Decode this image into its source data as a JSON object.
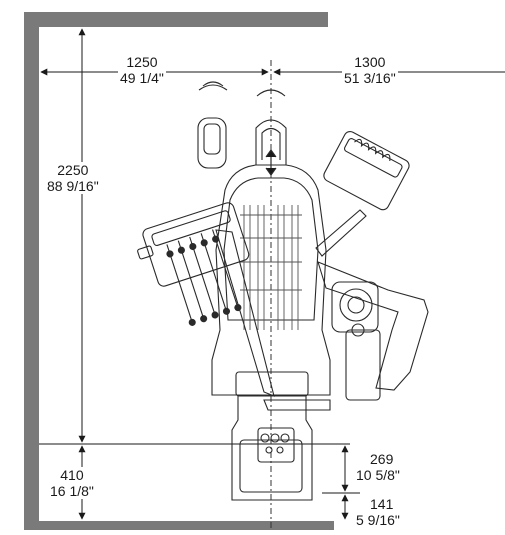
{
  "diagram": {
    "dimensions": {
      "left_width": {
        "mm": "1250",
        "in": "49 1/4\""
      },
      "right_width": {
        "mm": "1300",
        "in": "51 3/16\""
      },
      "total_depth": {
        "mm": "2250",
        "in": "88 9/16\""
      },
      "bottom_clearance": {
        "mm": "410",
        "in": "16 1/8\""
      },
      "base_depth": {
        "mm": "269",
        "in": "10 5/8\""
      },
      "base_offset": {
        "mm": "141",
        "in": "5 9/16\""
      }
    },
    "colors": {
      "wall": "#7a7a7a",
      "line": "#2a2a2a",
      "centerline": "#333333",
      "background": "#ffffff"
    },
    "icons": [
      "arrow-icon",
      "dental-chair-icon",
      "headrest-icon",
      "instrument-tray-icon",
      "assistant-arm-icon",
      "spittoon-icon"
    ]
  }
}
